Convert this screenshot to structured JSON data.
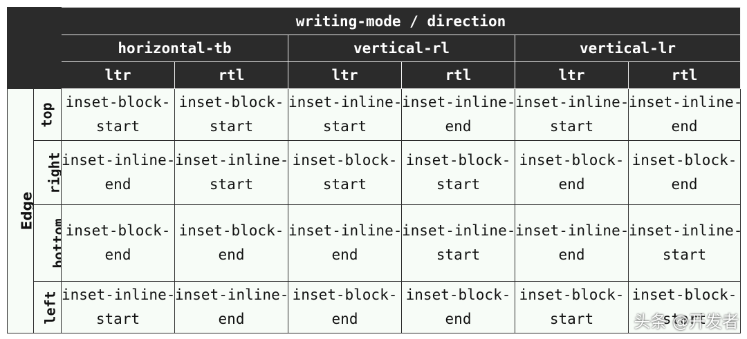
{
  "header": {
    "title": "writing-mode / direction",
    "modes": [
      "horizontal-tb",
      "vertical-rl",
      "vertical-lr"
    ],
    "directions": [
      "ltr",
      "rtl",
      "ltr",
      "rtl",
      "ltr",
      "rtl"
    ]
  },
  "edge_label": "Edge",
  "rows": [
    {
      "side": "top",
      "cells": [
        [
          "inset-block-",
          "start"
        ],
        [
          "inset-block-",
          "start"
        ],
        [
          "inset-inline-",
          "start"
        ],
        [
          "inset-inline-",
          "end"
        ],
        [
          "inset-inline-",
          "start"
        ],
        [
          "inset-inline-",
          "end"
        ]
      ]
    },
    {
      "side": "right",
      "cells": [
        [
          "inset-inline-",
          "end"
        ],
        [
          "inset-inline-",
          "start"
        ],
        [
          "inset-block-",
          "start"
        ],
        [
          "inset-block-",
          "start"
        ],
        [
          "inset-block-",
          "end"
        ],
        [
          "inset-block-",
          "end"
        ]
      ]
    },
    {
      "side": "bottom",
      "cells": [
        [
          "inset-block-",
          "end"
        ],
        [
          "inset-block-",
          "end"
        ],
        [
          "inset-inline-",
          "end"
        ],
        [
          "inset-inline-",
          "start"
        ],
        [
          "inset-inline-",
          "end"
        ],
        [
          "inset-inline-",
          "start"
        ]
      ]
    },
    {
      "side": "left",
      "cells": [
        [
          "inset-inline-",
          "start"
        ],
        [
          "inset-inline-",
          "end"
        ],
        [
          "inset-block-",
          "end"
        ],
        [
          "inset-block-",
          "end"
        ],
        [
          "inset-block-",
          "start"
        ],
        [
          "inset-block-",
          "start"
        ]
      ]
    }
  ],
  "watermark": "头条 @开发者"
}
